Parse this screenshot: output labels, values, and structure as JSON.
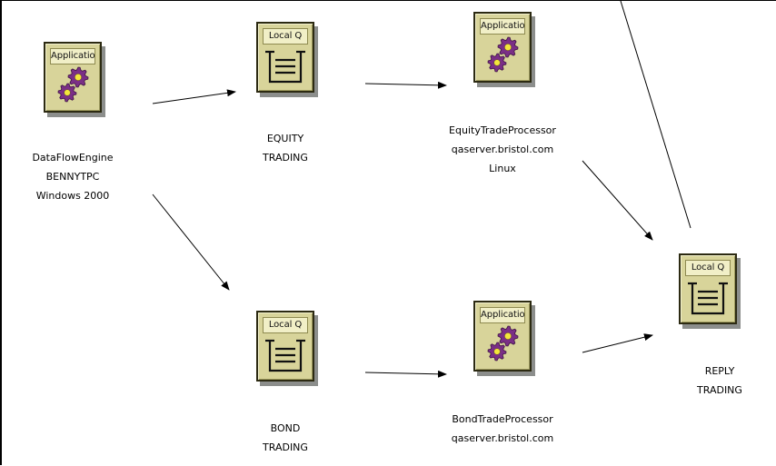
{
  "nodes": {
    "dataflow_engine": {
      "badge": "Application",
      "icon": "gears-icon",
      "lines": [
        "DataFlowEngine",
        "BENNYTPC",
        "Windows 2000"
      ]
    },
    "equity_queue": {
      "badge": "Local Q",
      "icon": "queue-icon",
      "lines": [
        "EQUITY",
        "TRADING"
      ]
    },
    "equity_processor": {
      "badge": "Application",
      "icon": "gears-icon",
      "lines": [
        "EquityTradeProcessor",
        "qaserver.bristol.com",
        "Linux"
      ]
    },
    "bond_queue": {
      "badge": "Local Q",
      "icon": "queue-icon",
      "lines": [
        "BOND",
        "TRADING"
      ]
    },
    "bond_processor": {
      "badge": "Application",
      "icon": "gears-icon",
      "lines": [
        "BondTradeProcessor",
        "qaserver.bristol.com"
      ]
    },
    "reply_queue": {
      "badge": "Local Q",
      "icon": "queue-icon",
      "lines": [
        "REPLY",
        "TRADING"
      ]
    }
  },
  "colors": {
    "tile": "#d8d49a",
    "badge": "#f1efc7",
    "gear": "#7a2f86",
    "gear_center": "#f3e63c",
    "arrow": "#000000"
  }
}
